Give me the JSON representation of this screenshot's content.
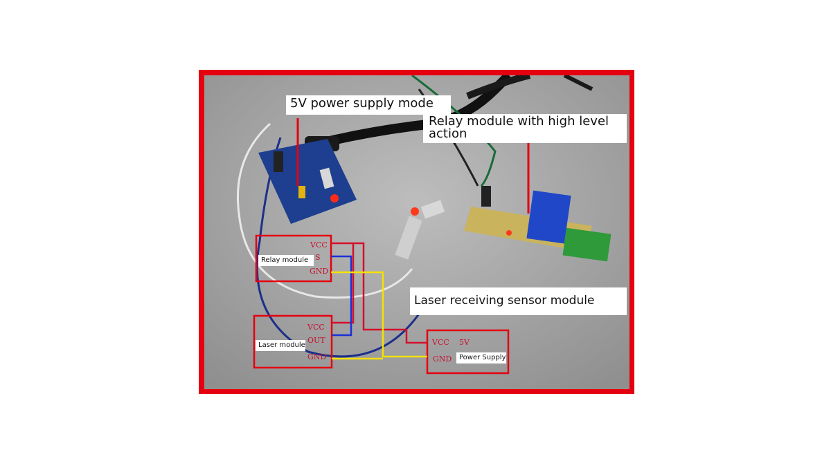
{
  "photo": {
    "frame_color": "#e5000f",
    "callouts": {
      "power_mode": "5V power supply mode",
      "relay_action": "Relay module with high level action",
      "laser_sensor": "Laser receiving sensor module"
    },
    "diagram": {
      "relay": {
        "name": "Relay module",
        "pins": [
          "VCC",
          "S",
          "GND"
        ]
      },
      "laser": {
        "name": "Laser module",
        "pins": [
          "VCC",
          "OUT",
          "GND"
        ]
      },
      "power": {
        "name": "Power Supply",
        "voltage": "5V",
        "pins": [
          "VCC",
          "GND"
        ]
      }
    },
    "wire_colors": {
      "red": "#d40f2a",
      "blue": "#1b2fd6",
      "yellow": "#f5e100"
    }
  }
}
